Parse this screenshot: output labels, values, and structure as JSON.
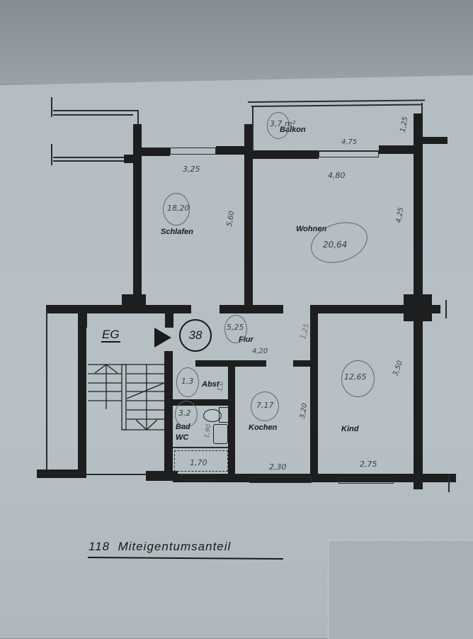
{
  "document": {
    "type": "floor-plan",
    "footer": {
      "share_number": "118",
      "share_label": "Miteigentumsanteil"
    },
    "floor_marker": "EG",
    "unit_number": "38"
  },
  "rooms": [
    {
      "id": "balkon",
      "label": "Balkon",
      "area": "3,7 m²",
      "dims": [
        "4,75",
        "1,25"
      ]
    },
    {
      "id": "schlafen",
      "label": "Schlafen",
      "area": "18,20",
      "dims": [
        "3,25",
        "5,60"
      ]
    },
    {
      "id": "wohnen",
      "label": "Wohnen",
      "area": "20,64",
      "dims": [
        "4,80",
        "4,25"
      ]
    },
    {
      "id": "flur",
      "label": "Flur",
      "area": "5,25",
      "dims": [
        "4,20",
        "1,25"
      ]
    },
    {
      "id": "abst",
      "label": "Abst",
      "area": "1,3",
      "dims": [
        "1,0"
      ]
    },
    {
      "id": "bad",
      "label": "Bad",
      "label2": "WC",
      "area": "3,2",
      "dims": [
        "1,70",
        "1,90"
      ]
    },
    {
      "id": "kochen",
      "label": "Kochen",
      "area": "7,17",
      "dims": [
        "2,30",
        "3,20"
      ]
    },
    {
      "id": "kind",
      "label": "Kind",
      "area": "12,65",
      "dims": [
        "2,75",
        "3,50"
      ]
    }
  ],
  "colors": {
    "wall": "#1c1e1f",
    "paper": "#b5bfc4",
    "pencil": "#3b4348"
  }
}
